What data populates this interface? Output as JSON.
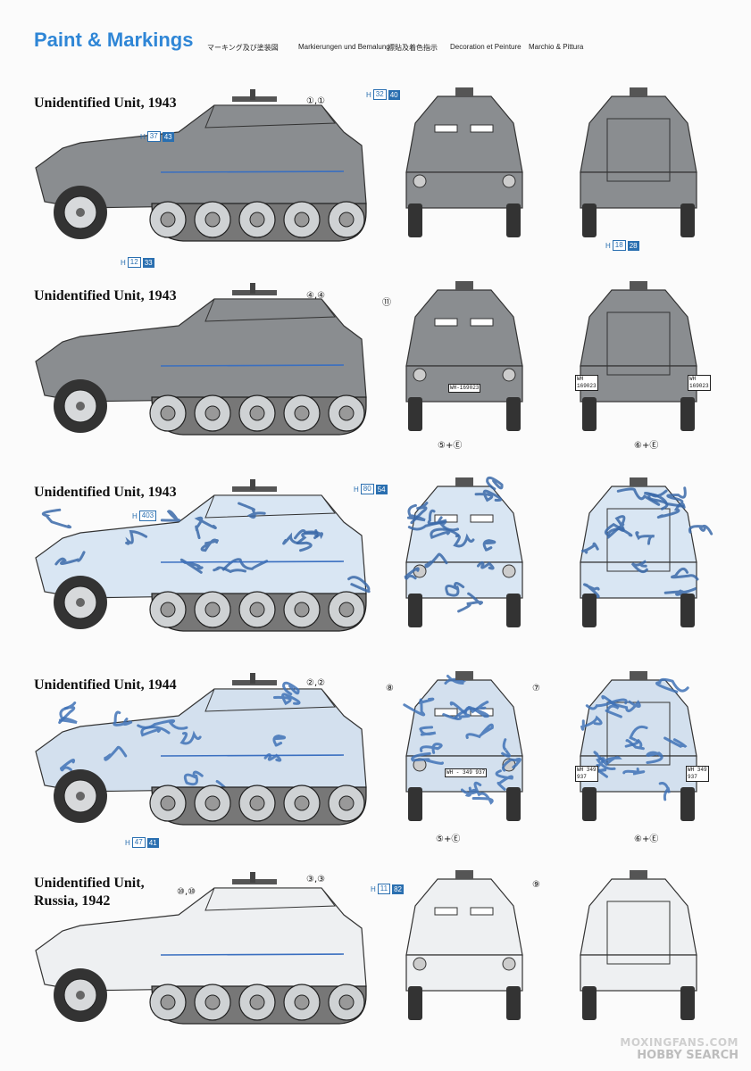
{
  "header": {
    "title": "Paint & Markings",
    "subtitles": [
      "マーキング及び塗装図",
      "Markierungen und Bemalung",
      "標貼及着色指示",
      "Decoration et Peinture",
      "Marchio & Pittura"
    ]
  },
  "schemes": [
    {
      "title": "Unidentified Unit, 1943",
      "color": "#8a8d90",
      "side_codes": [
        {
          "h": "37",
          "n": "43"
        },
        {
          "h": "12",
          "n": "33"
        }
      ],
      "front_code": {
        "h": "32",
        "n": "40"
      },
      "rear_code": {
        "h": "18",
        "n": "28"
      },
      "callouts": [
        "①,①"
      ]
    },
    {
      "title": "Unidentified Unit, 1943",
      "color": "#8a8d90",
      "callouts": [
        "④,④",
        "⑪",
        "⑤+Ⓔ",
        "⑥+Ⓔ"
      ],
      "plates": [
        "WH-169023",
        "WH 169023",
        "WH 169023"
      ]
    },
    {
      "title": "Unidentified Unit, 1943",
      "color": "#d9e6f3",
      "camo": "#3a68a8",
      "side_codes": [
        {
          "h": "403",
          "n": ""
        },
        {
          "h": "80",
          "n": "54"
        }
      ]
    },
    {
      "title": "Unidentified Unit, 1944",
      "color": "#d3e0ee",
      "camo": "#3f72b6",
      "side_codes": [
        {
          "h": "47",
          "n": "41"
        }
      ],
      "callouts": [
        "②,②",
        "⑧",
        "⑦",
        "⑤+Ⓔ",
        "⑥+Ⓔ"
      ],
      "plates": [
        "WH - 349 937",
        "WH 349 937",
        "WH 349 937"
      ]
    },
    {
      "title_line1": "Unidentified Unit,",
      "title_line2": "Russia, 1942",
      "color": "#eef0f2",
      "front_code": {
        "h": "11",
        "n": "82"
      },
      "callouts": [
        "③,③",
        "⑩,⑩",
        "⑨"
      ]
    }
  ],
  "watermark": {
    "line1": "MOXINGFANS.COM",
    "line2": "HOBBY SEARCH"
  }
}
